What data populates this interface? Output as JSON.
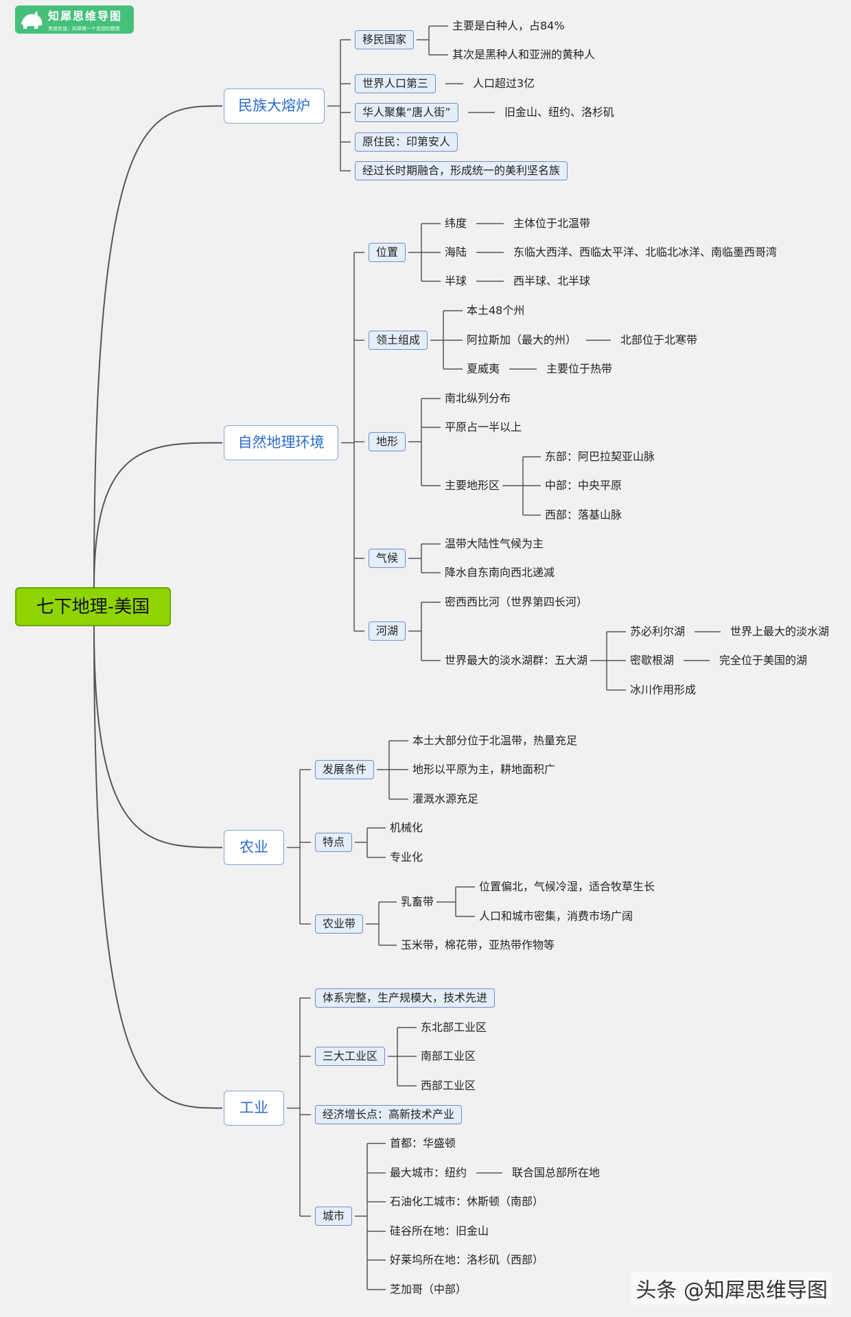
{
  "logo": {
    "name": "知犀思维导图",
    "slogan": "思维有道，知犀做一个思想的鞭策"
  },
  "watermark": "头条 @知犀思维导图",
  "colors": {
    "root_fill": "#8fd400",
    "main_text": "#2a6bd0",
    "box_fill": "#e4eef9",
    "line": "#555555"
  },
  "mindmap": {
    "root": "七下地理-美国",
    "branches": [
      {
        "label": "民族大熔炉",
        "children": [
          {
            "label": "移民国家",
            "children": [
              "主要是白种人，占84%",
              "其次是黑种人和亚洲的黄种人"
            ]
          },
          {
            "label": "世界人口第三",
            "children": [
              "人口超过3亿"
            ]
          },
          {
            "label": "华人聚集“唐人街”",
            "children": [
              "旧金山、纽约、洛杉矶"
            ]
          },
          {
            "label": "原住民：印第安人"
          },
          {
            "label": "经过长时期融合，形成统一的美利坚名族"
          }
        ]
      },
      {
        "label": "自然地理环境",
        "children": [
          {
            "label": "位置",
            "children": [
              {
                "label": "纬度",
                "children": [
                  "主体位于北温带"
                ]
              },
              {
                "label": "海陆",
                "children": [
                  "东临大西洋、西临太平洋、北临北冰洋、南临墨西哥湾"
                ]
              },
              {
                "label": "半球",
                "children": [
                  "西半球、北半球"
                ]
              }
            ]
          },
          {
            "label": "领土组成",
            "children": [
              {
                "label": "本土48个州"
              },
              {
                "label": "阿拉斯加（最大的州）",
                "children": [
                  "北部位于北寒带"
                ]
              },
              {
                "label": "夏威夷",
                "children": [
                  "主要位于热带"
                ]
              }
            ]
          },
          {
            "label": "地形",
            "children": [
              {
                "label": "南北纵列分布"
              },
              {
                "label": "平原占一半以上"
              },
              {
                "label": "主要地形区",
                "children": [
                  "东部：阿巴拉契亚山脉",
                  "中部：中央平原",
                  "西部：落基山脉"
                ]
              }
            ]
          },
          {
            "label": "气候",
            "children": [
              "温带大陆性气候为主",
              "降水自东南向西北递减"
            ]
          },
          {
            "label": "河湖",
            "children": [
              {
                "label": "密西西比河（世界第四长河）"
              },
              {
                "label": "世界最大的淡水湖群：五大湖",
                "children": [
                  {
                    "label": "苏必利尔湖",
                    "children": [
                      "世界上最大的淡水湖"
                    ]
                  },
                  {
                    "label": "密歇根湖",
                    "children": [
                      "完全位于美国的湖"
                    ]
                  },
                  {
                    "label": "冰川作用形成"
                  }
                ]
              }
            ]
          }
        ]
      },
      {
        "label": "农业",
        "children": [
          {
            "label": "发展条件",
            "children": [
              "本土大部分位于北温带，热量充足",
              "地形以平原为主，耕地面积广",
              "灌溉水源充足"
            ]
          },
          {
            "label": "特点",
            "children": [
              "机械化",
              "专业化"
            ]
          },
          {
            "label": "农业带",
            "children": [
              {
                "label": "乳畜带",
                "children": [
                  "位置偏北，气候冷湿，适合牧草生长",
                  "人口和城市密集，消费市场广阔"
                ]
              },
              {
                "label": "玉米带，棉花带，亚热带作物等"
              }
            ]
          }
        ]
      },
      {
        "label": "工业",
        "children": [
          {
            "label": "体系完整，生产规模大，技术先进"
          },
          {
            "label": "三大工业区",
            "children": [
              "东北部工业区",
              "南部工业区",
              "西部工业区"
            ]
          },
          {
            "label": "经济增长点：高新技术产业"
          },
          {
            "label": "城市",
            "children": [
              {
                "label": "首都：华盛顿"
              },
              {
                "label": "最大城市：纽约",
                "children": [
                  "联合国总部所在地"
                ]
              },
              {
                "label": "石油化工城市：休斯顿（南部）"
              },
              {
                "label": "硅谷所在地：旧金山"
              },
              {
                "label": "好莱坞所在地：洛杉矶（西部）"
              },
              {
                "label": "芝加哥（中部）"
              }
            ]
          }
        ]
      }
    ]
  }
}
